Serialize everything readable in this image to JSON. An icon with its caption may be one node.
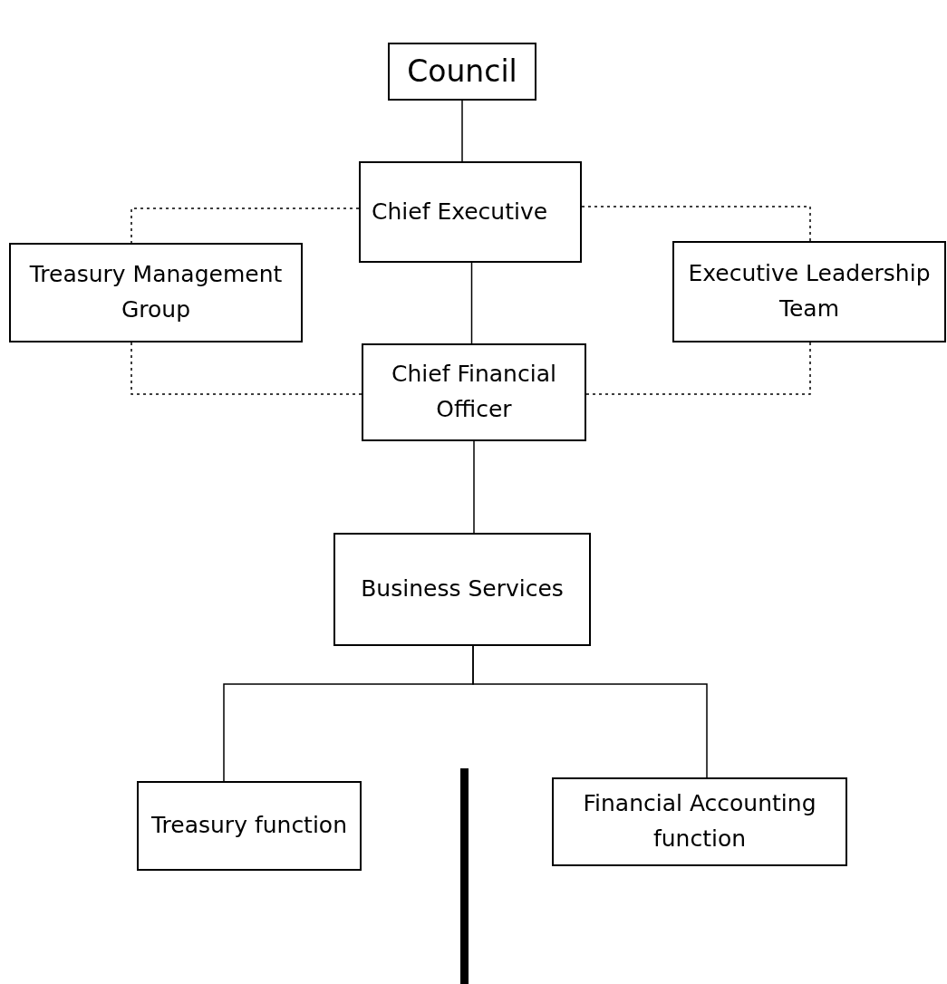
{
  "diagram": {
    "nodes": [
      {
        "text": [
          "Council"
        ]
      },
      {
        "text": [
          "Chief Executive"
        ]
      },
      {
        "text": [
          "Treasury Management Group"
        ]
      },
      {
        "text": [
          "Executive Leadership Team"
        ]
      },
      {
        "text": [
          "Chief Financial Officer"
        ]
      },
      {
        "text": [
          "Business Services"
        ]
      },
      {
        "text": [
          "Treasury function"
        ]
      },
      {
        "text": [
          "Financial Accounting function"
        ]
      }
    ],
    "edges": [
      {
        "from": 0,
        "to": 1,
        "arrow": "none"
      },
      {
        "from": 1,
        "to": 2,
        "arrow": "none",
        "style": "dashed"
      },
      {
        "from": 1,
        "to": 3,
        "arrow": "none",
        "style": "dashed"
      },
      {
        "from": 1,
        "to": 4,
        "arrow": "none"
      },
      {
        "from": 4,
        "to": 2,
        "arrow": "none",
        "style": "dashed"
      },
      {
        "from": 4,
        "to": 3,
        "arrow": "none",
        "style": "dashed"
      },
      {
        "from": 4,
        "to": 5,
        "arrow": "none"
      },
      {
        "from": 5,
        "to": 6,
        "arrow": "none"
      },
      {
        "from": 5,
        "to": 7,
        "arrow": "none"
      }
    ]
  }
}
